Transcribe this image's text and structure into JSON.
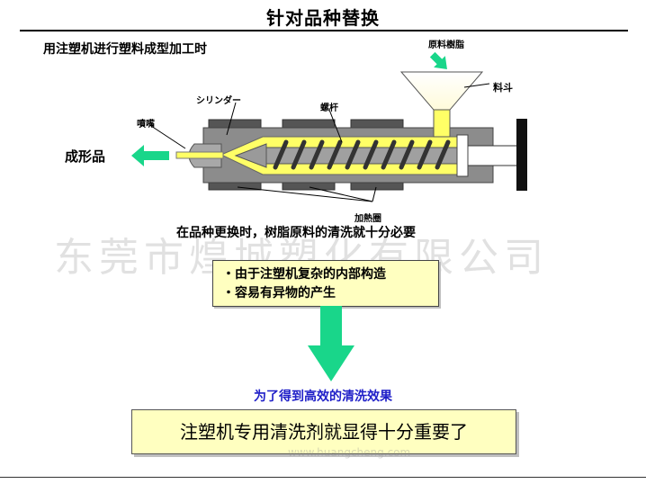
{
  "title": "针对品种替换",
  "subtitle": "用注塑机进行塑料成型加工时",
  "labels": {
    "resin": "原料樹脂",
    "hopper": "料斗",
    "cylinder": "シリンダー",
    "screw": "螺杆",
    "nozzle": "噴嘴",
    "heater": "加熱圈",
    "product": "成形品"
  },
  "change_note": "在品种更换时，树脂原料的清洗就十分必要",
  "watermark": "东莞市煌城塑化有限公司",
  "reasons": [
    "・由于注塑机复杂的内部构造",
    "・容易有异物的产生"
  ],
  "goal": "为了得到高效的清洗效果",
  "conclusion": "注塑机专用清洗剂就显得十分重要了",
  "footer_url": "www.huangcheng.com",
  "colors": {
    "arrow_green": "#19d68a",
    "melt_yellow": "#ffff66",
    "cylinder_gray": "#8c8c8c",
    "box_yellow": "#ffffc0",
    "goal_blue": "#2020c8"
  }
}
